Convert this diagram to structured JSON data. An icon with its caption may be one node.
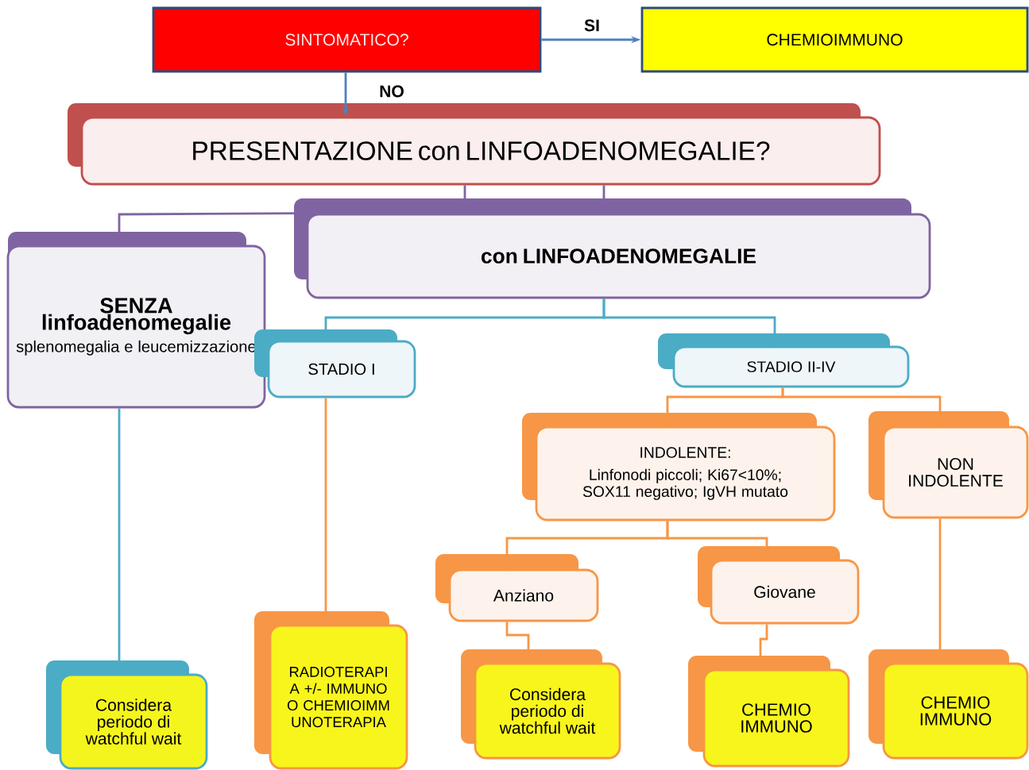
{
  "diagram": {
    "nodes": [
      {
        "text": [
          "SINTOMATICO?"
        ]
      },
      {
        "text": [
          "CHEMIOIMMUNO"
        ]
      },
      {
        "text": [
          "PRESENTAZIONE con LINFOADENOMEGALIE?"
        ]
      },
      {
        "text": [
          "con LINFOADENOMEGALIE"
        ]
      },
      {
        "text": [
          "SENZA linfoadenomegalie",
          "splenomegalia e leucemizzazione"
        ]
      },
      {
        "text": [
          "STADIO I"
        ]
      },
      {
        "text": [
          "STADIO II-IV"
        ]
      },
      {
        "text": [
          "INDOLENTE:",
          "Linfonodi piccoli; Ki67<10%; SOX11 negativo; IgVH mutato"
        ]
      },
      {
        "text": [
          "NON INDOLENTE"
        ]
      },
      {
        "text": [
          "Anziano"
        ]
      },
      {
        "text": [
          "Giovane"
        ]
      },
      {
        "text": [
          "Considera periodo di watchful wait"
        ]
      },
      {
        "text": [
          "RADIOTERAPI A +/- IMMUNO O CHEMIOIMM UNOTERAPIA"
        ]
      },
      {
        "text": [
          "Considera periodo di watchful wait"
        ]
      },
      {
        "text": [
          "CHEMIO IMMUNO"
        ]
      },
      {
        "text": [
          "CHEMIO IMMUNO"
        ]
      }
    ],
    "edges": [
      {
        "from": 0,
        "to": 1,
        "arrow": "to",
        "label": "SI",
        "color": "#4f81bd"
      },
      {
        "from": 0,
        "to": 2,
        "arrow": "to",
        "label": "NO",
        "color": "#4f81bd"
      },
      {
        "from": 2,
        "to": 3,
        "arrow": "none",
        "color": "#8064a2"
      },
      {
        "from": 3,
        "to": 4,
        "arrow": "none",
        "color": "#8064a2"
      },
      {
        "from": 3,
        "to": 5,
        "arrow": "none",
        "color": "#4bacc6"
      },
      {
        "from": 3,
        "to": 6,
        "arrow": "none",
        "color": "#4bacc6"
      },
      {
        "from": 4,
        "to": 11,
        "arrow": "none",
        "color": "#4bacc6"
      },
      {
        "from": 5,
        "to": 12,
        "arrow": "none"
      },
      {
        "from": 6,
        "to": 7,
        "arrow": "none"
      },
      {
        "from": 6,
        "to": 8,
        "arrow": "none"
      },
      {
        "from": 7,
        "to": 9,
        "arrow": "none"
      },
      {
        "from": 7,
        "to": 10,
        "arrow": "none"
      },
      {
        "from": 9,
        "to": 13,
        "arrow": "none"
      },
      {
        "from": 10,
        "to": 14,
        "arrow": "none"
      },
      {
        "from": 8,
        "to": 15,
        "arrow": "none"
      }
    ]
  }
}
